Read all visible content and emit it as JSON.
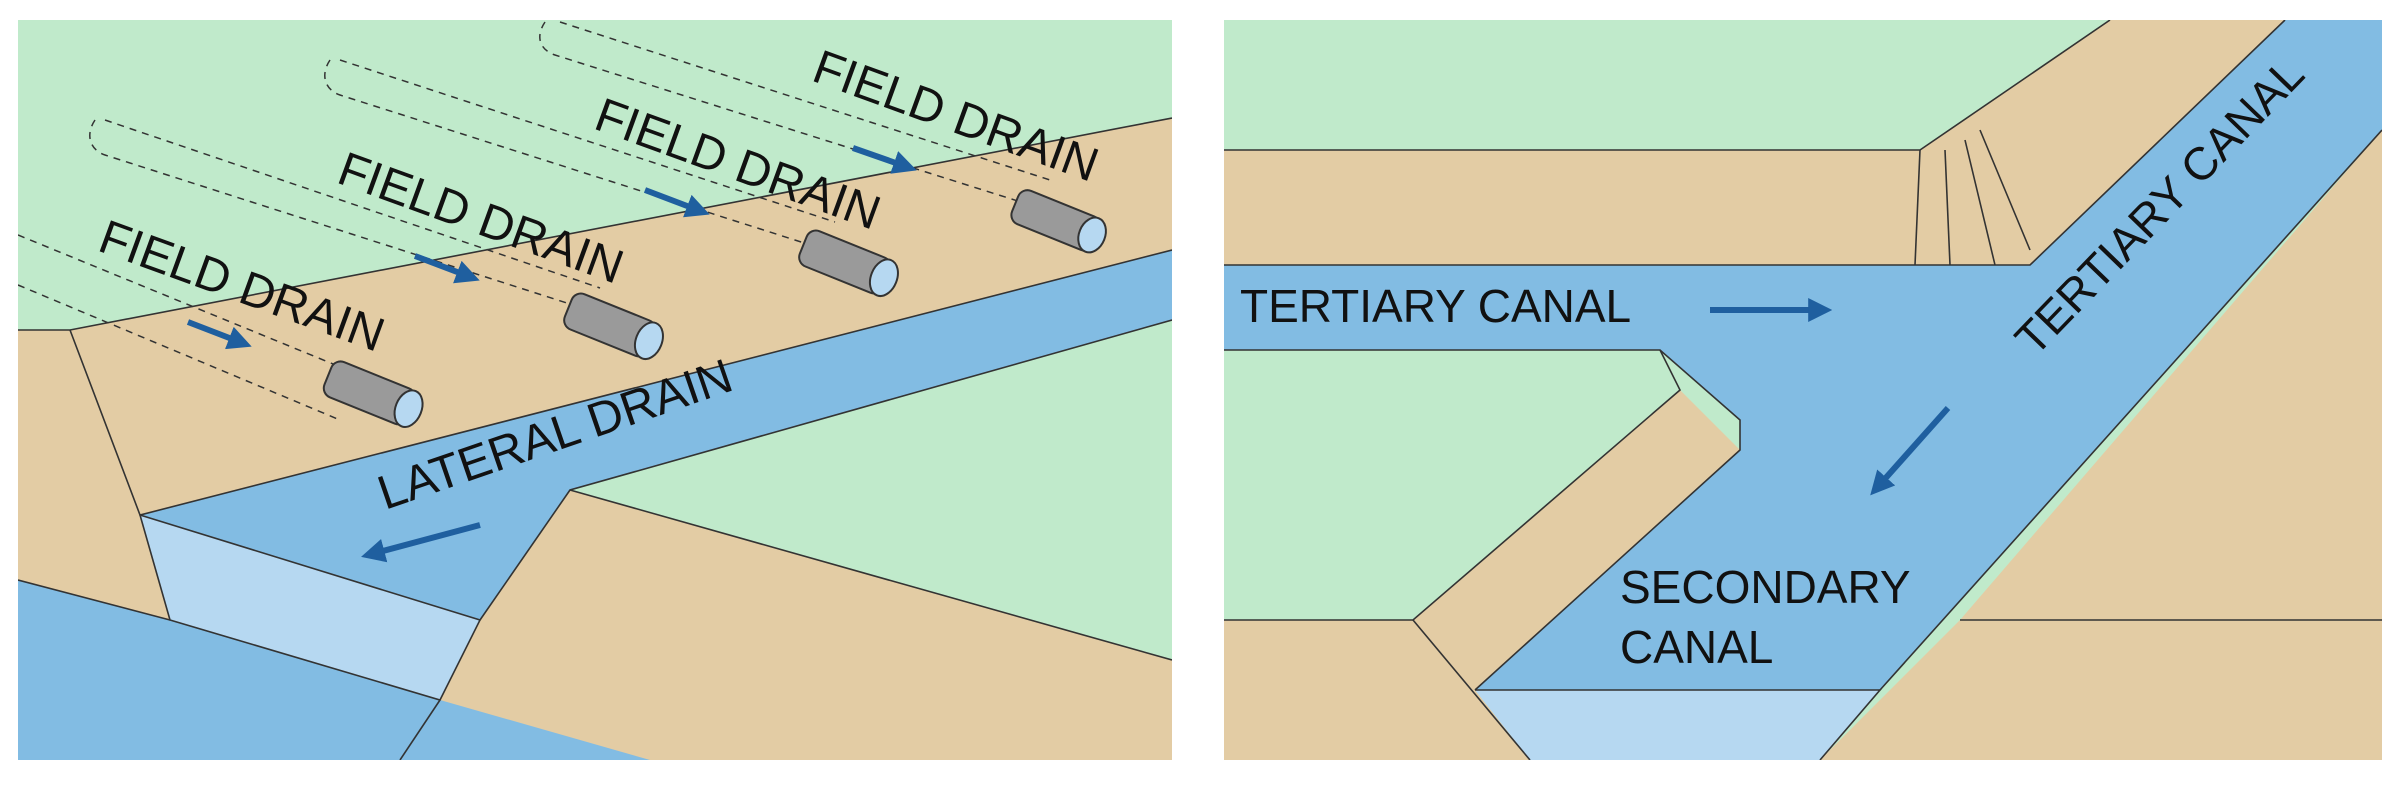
{
  "colors": {
    "field": "#c0eacb",
    "bank": "#e3cca4",
    "water": "#82bce3",
    "water_light": "#b6d8f1",
    "arrow": "#1f5f9f",
    "pipe": "#9a9a9a"
  },
  "left_panel": {
    "field_drain_labels": [
      "FIELD DRAIN",
      "FIELD DRAIN",
      "FIELD DRAIN",
      "FIELD DRAIN"
    ],
    "lateral_drain_label": "LATERAL DRAIN"
  },
  "right_panel": {
    "tertiary_canal_left_label": "TERTIARY CANAL",
    "tertiary_canal_right_label": "TERTIARY CANAL",
    "secondary_canal_line1": "SECONDARY",
    "secondary_canal_line2": "CANAL"
  }
}
